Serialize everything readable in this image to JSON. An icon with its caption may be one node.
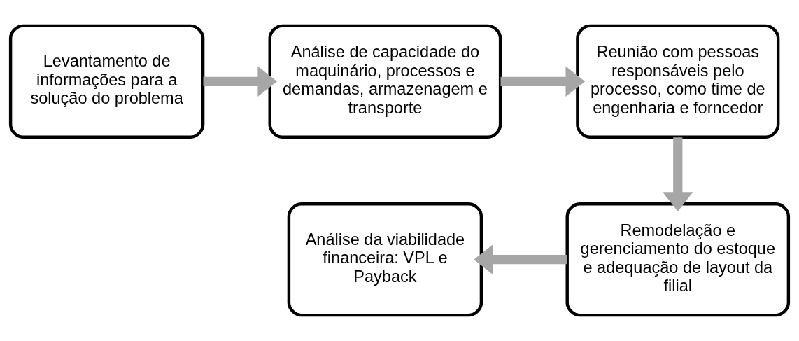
{
  "diagram": {
    "nodes": [
      {
        "text": [
          "Levantamento de informações para a solução do problema"
        ]
      },
      {
        "text": [
          "Análise de capacidade do maquinário, processos e demandas, armazenagem e transporte"
        ]
      },
      {
        "text": [
          "Reunião com pessoas responsáveis pelo processo, como time de engenharia e forncedor"
        ]
      },
      {
        "text": [
          "Análise da viabilidade financeira: VPL e Payback"
        ]
      },
      {
        "text": [
          "Remodelação e gerenciamento do estoque e adequação de layout da filial"
        ]
      }
    ],
    "edges": [
      {
        "from": 0,
        "to": 1,
        "arrow": "to"
      },
      {
        "from": 1,
        "to": 2,
        "arrow": "to"
      },
      {
        "from": 2,
        "to": 4,
        "arrow": "to"
      },
      {
        "from": 4,
        "to": 3,
        "arrow": "to"
      }
    ]
  }
}
